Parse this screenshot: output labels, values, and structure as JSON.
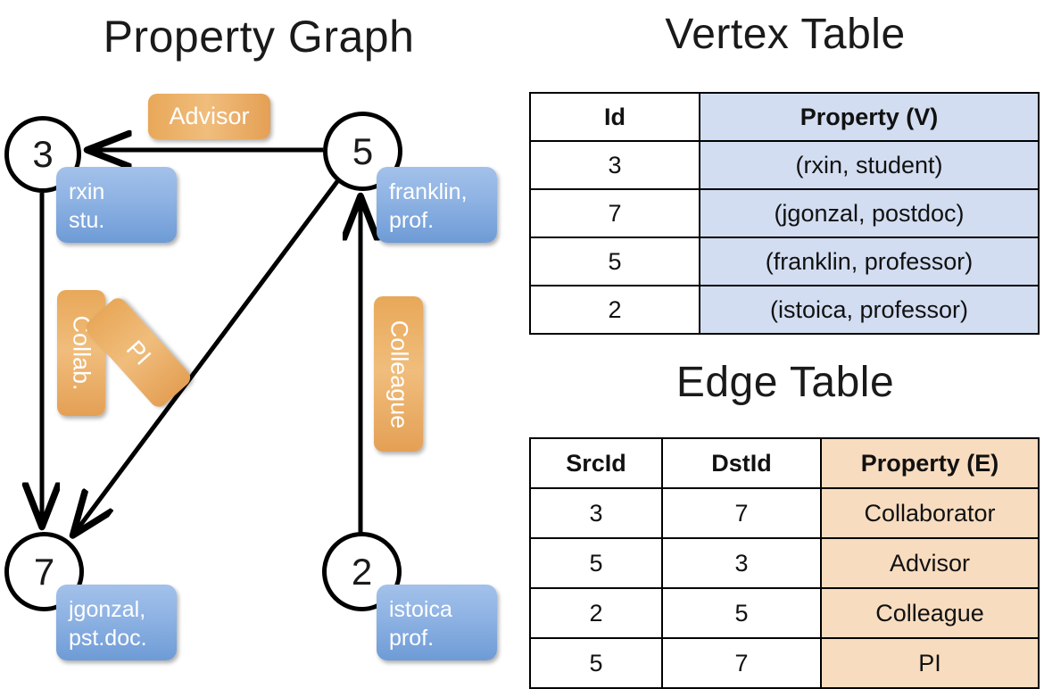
{
  "graph_panel": {
    "title": "Property Graph",
    "nodes": [
      {
        "id": "3",
        "property_lines": [
          "rxin",
          "stu."
        ]
      },
      {
        "id": "5",
        "property_lines": [
          "franklin,",
          "prof."
        ]
      },
      {
        "id": "7",
        "property_lines": [
          "jgonzal,",
          "pst.doc."
        ]
      },
      {
        "id": "2",
        "property_lines": [
          "istoica",
          "prof."
        ]
      }
    ],
    "edge_labels": [
      {
        "name": "advisor",
        "text": "Advisor"
      },
      {
        "name": "collab",
        "text": "Collab."
      },
      {
        "name": "pi",
        "text": "PI"
      },
      {
        "name": "colleague",
        "text": "Colleague"
      }
    ]
  },
  "vertex_table": {
    "title": "Vertex Table",
    "columns": [
      "Id",
      "Property (V)"
    ],
    "rows": [
      {
        "id": "3",
        "property": "(rxin, student)"
      },
      {
        "id": "7",
        "property": "(jgonzal, postdoc)"
      },
      {
        "id": "5",
        "property": "(franklin, professor)"
      },
      {
        "id": "2",
        "property": "(istoica, professor)"
      }
    ]
  },
  "edge_table": {
    "title": "Edge Table",
    "columns": [
      "SrcId",
      "DstId",
      "Property (E)"
    ],
    "rows": [
      {
        "src": "3",
        "dst": "7",
        "property": "Collaborator"
      },
      {
        "src": "5",
        "dst": "3",
        "property": "Advisor"
      },
      {
        "src": "2",
        "dst": "5",
        "property": "Colleague"
      },
      {
        "src": "5",
        "dst": "7",
        "property": "PI"
      }
    ]
  },
  "colors": {
    "vertex_property_bg": "#d3ddf1",
    "edge_property_bg": "#f7dcbf",
    "node_property_box": "#8db2e3",
    "edge_label_box": "#e8a859",
    "stroke": "#000000",
    "background": "#ffffff"
  }
}
